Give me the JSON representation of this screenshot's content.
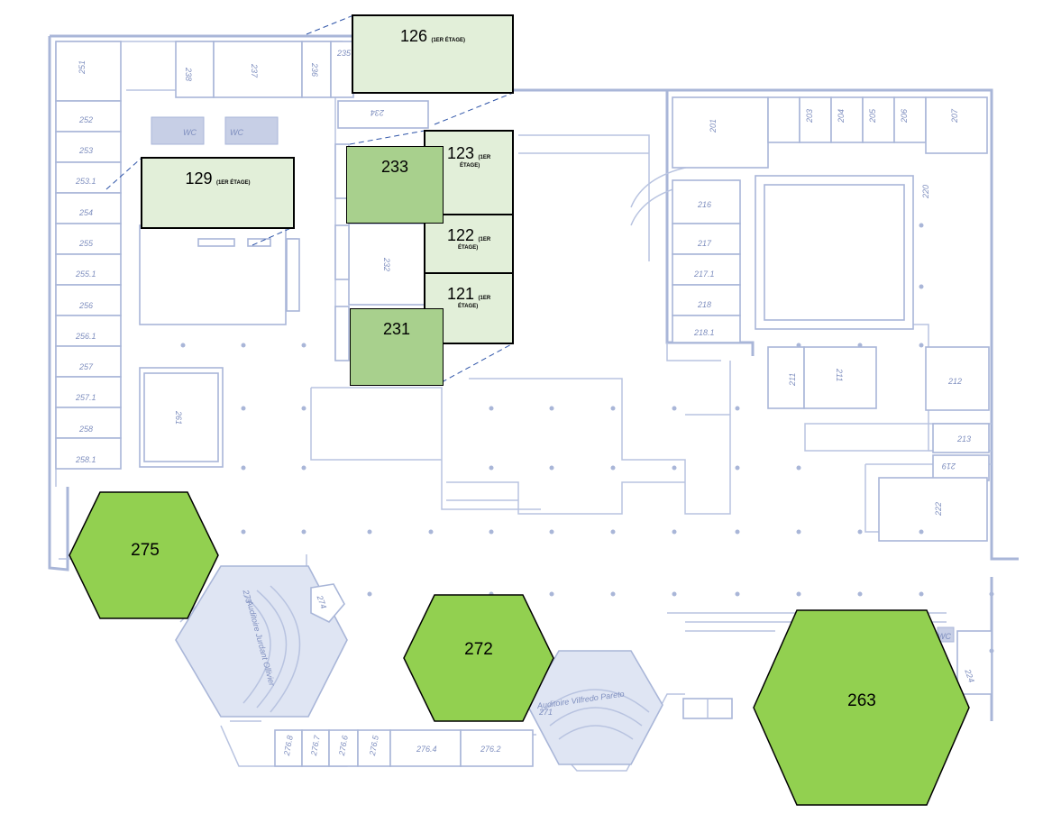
{
  "rooms": {
    "r251": "251",
    "r252": "252",
    "r253": "253",
    "r253_1": "253.1",
    "r254": "254",
    "r255": "255",
    "r255_1": "255.1",
    "r256": "256",
    "r256_1": "256.1",
    "r257": "257",
    "r257_1": "257.1",
    "r258": "258",
    "r258_1": "258.1",
    "r238": "238",
    "r237": "237",
    "r236": "236",
    "r235": "235",
    "r234": "234",
    "r232": "232",
    "r261": "261",
    "r201": "201",
    "r203": "203",
    "r204": "204",
    "r205": "205",
    "r206": "206",
    "r207": "207",
    "r216": "216",
    "r217": "217",
    "r217_1": "217.1",
    "r218": "218",
    "r218_1": "218.1",
    "r220": "220",
    "r211a": "211",
    "r211b": "211",
    "r212": "212",
    "r213": "213",
    "r219": "219",
    "r222": "222",
    "r224": "224",
    "r273": "273",
    "r274": "274",
    "r271": "271",
    "r276_8": "276.8",
    "r276_7": "276.7",
    "r276_6": "276.6",
    "r276_5": "276.5",
    "r276_4": "276.4",
    "r276_2": "276.2",
    "wc1": "WC",
    "wc2": "WC",
    "wc3": "WC"
  },
  "auditoriums": {
    "jurdant": "Auditoire Jurdant Ollivier",
    "pareto": "Auditoire Vilfredo Pareto"
  },
  "highlights": {
    "h126": {
      "num": "126",
      "floor": "(1ER ÉTAGE)"
    },
    "h129": {
      "num": "129",
      "floor": "(1ER ÉTAGE)"
    },
    "h123": {
      "num": "123",
      "floor_a": "(1ER",
      "floor_b": "ÉTAGE)"
    },
    "h122": {
      "num": "122",
      "floor_a": "(1ER",
      "floor_b": "ÉTAGE)"
    },
    "h121": {
      "num": "121",
      "floor_a": "(1ER",
      "floor_b": "ÉTAGE)"
    },
    "h233": "233",
    "h231": "231",
    "h275": "275",
    "h272": "272",
    "h263": "263"
  },
  "colors": {
    "light_green": "#e2efd9",
    "mid_green": "#a8d08d",
    "bright_green": "#92d050",
    "plan_line": "#a9b6d8"
  }
}
